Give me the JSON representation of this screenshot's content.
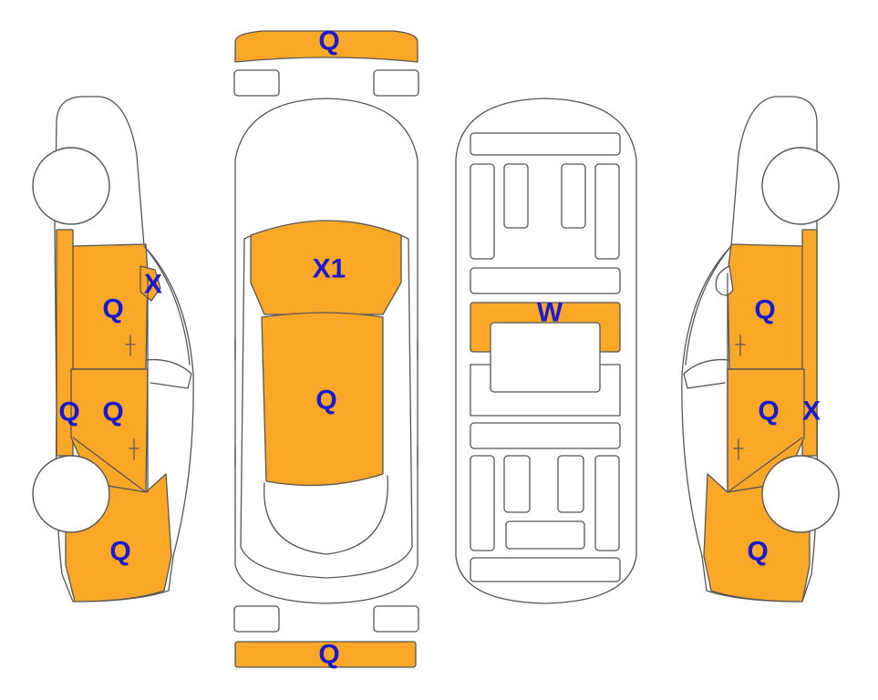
{
  "colors": {
    "damaged_panel": "#FBA728",
    "mark_text": "#1A1ACF",
    "outline": "#555555",
    "background": "#FFFFFF"
  },
  "marks": {
    "top_front_bumper": "Q",
    "top_hood": "X1",
    "top_roof": "Q",
    "top_rear_bumper": "Q",
    "interior_dashboard": "W",
    "left_front_door": "Q",
    "left_a_pillar": "X",
    "left_sill": "Q",
    "left_rear_door": "Q",
    "left_quarter": "Q",
    "right_front_door": "Q",
    "right_rear_door": "Q",
    "right_sill": "X",
    "right_quarter": "Q"
  }
}
